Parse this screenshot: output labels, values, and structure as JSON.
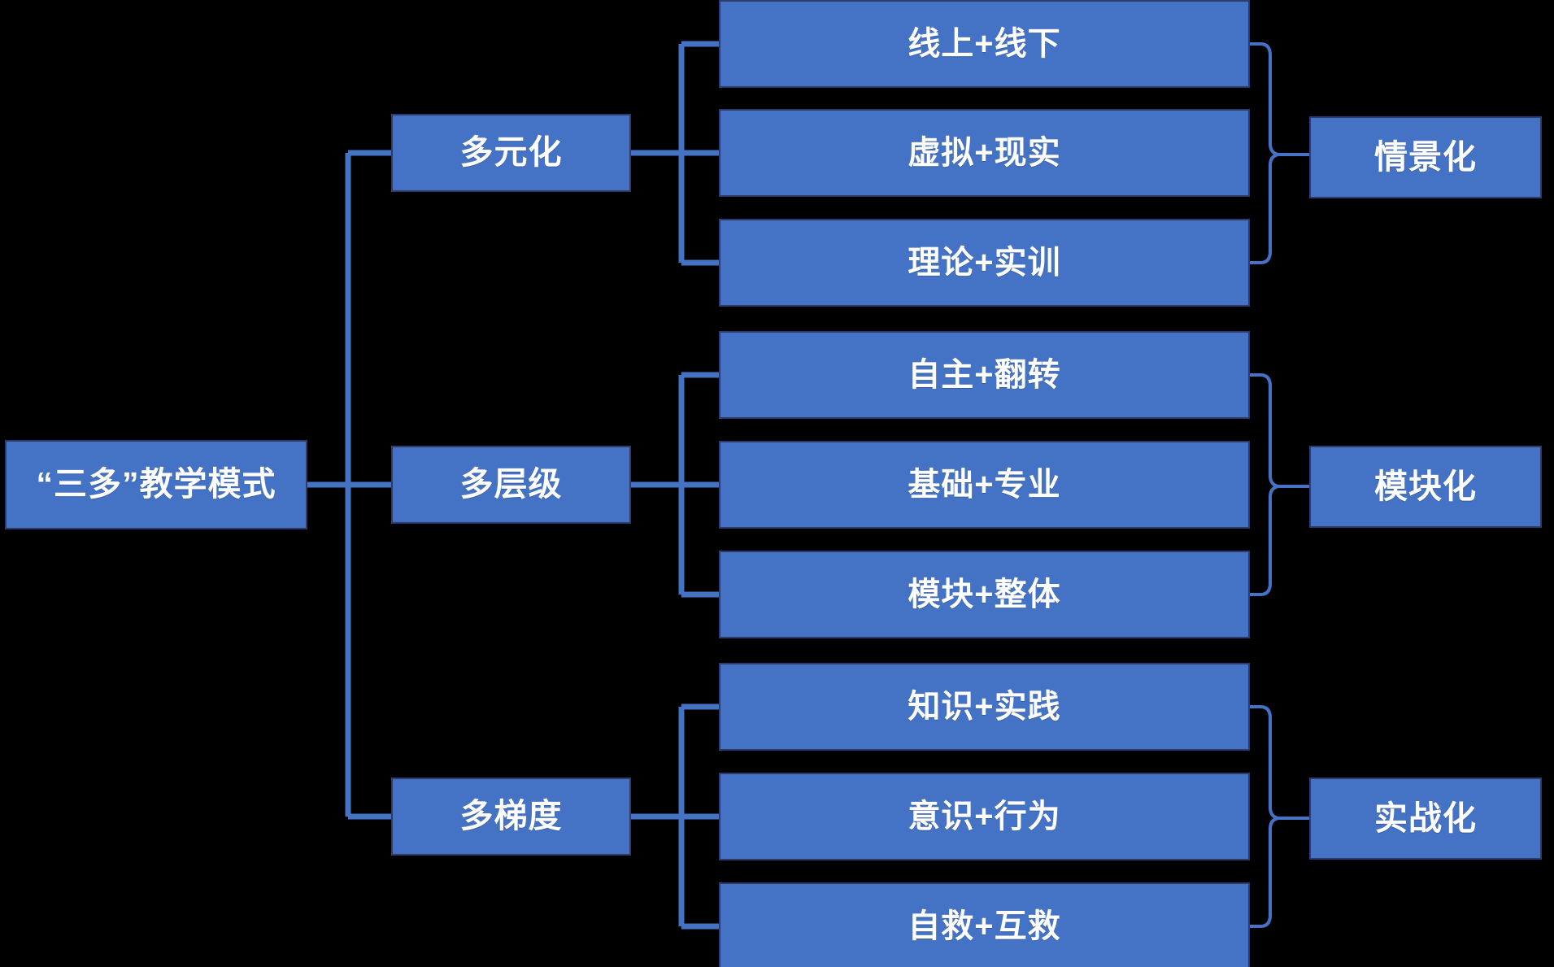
{
  "diagram": {
    "title": "“三多”教学模式",
    "colors": {
      "node_fill": "#4472C4",
      "node_border": "#2F3B6B",
      "connector": "#4472C4",
      "background": "#000000",
      "text": "#FFFFFF"
    },
    "root": {
      "label": "“三多”教学模式"
    },
    "branches": [
      {
        "label": "多元化",
        "items": [
          "线上+线下",
          "虚拟+现实",
          "理论+实训"
        ],
        "outcome": "情景化"
      },
      {
        "label": "多层级",
        "items": [
          "自主+翻转",
          "基础+专业",
          "模块+整体"
        ],
        "outcome": "模块化"
      },
      {
        "label": "多梯度",
        "items": [
          "知识+实践",
          "意识+行为",
          "自救+互救"
        ],
        "outcome": "实战化"
      }
    ]
  }
}
